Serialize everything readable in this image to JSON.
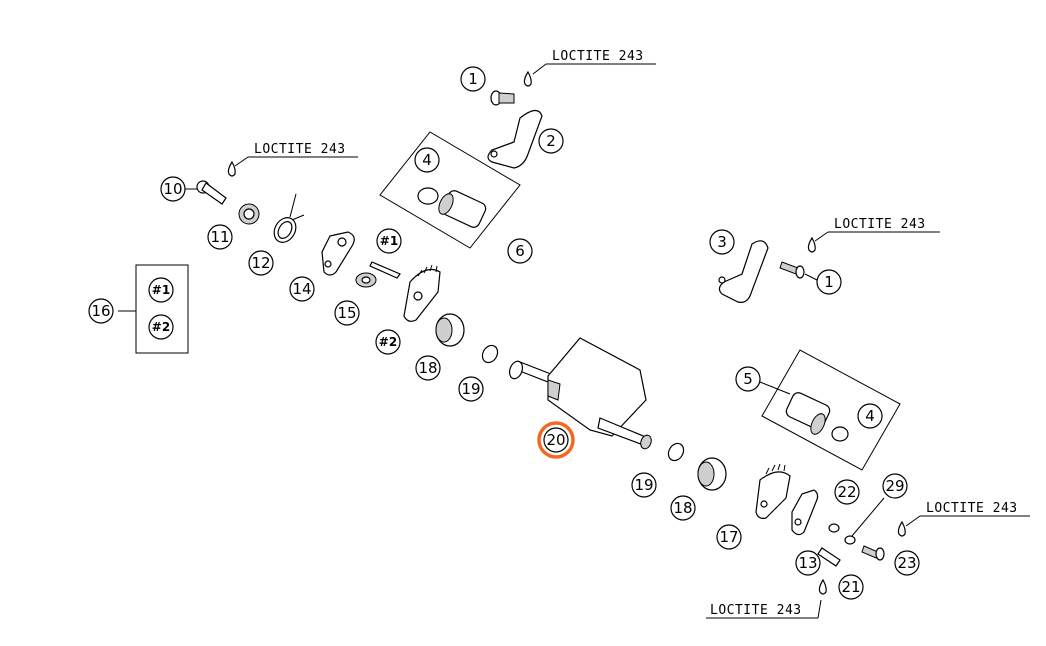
{
  "highlight_color": "#f26a21",
  "highlighted_callout": "20",
  "loctite_labels": [
    "LOCTITE 243",
    "LOCTITE 243",
    "LOCTITE 243",
    "LOCTITE 243",
    "LOCTITE 243"
  ],
  "callouts": {
    "c1_top": "1",
    "c2": "2",
    "c4_top": "4",
    "c6": "6",
    "c10": "10",
    "c11": "11",
    "c12": "12",
    "c14": "14",
    "c15": "15",
    "c16": "16",
    "c16_sub1": "#1",
    "c16_sub2": "#2",
    "c_hash1": "#1",
    "c_hash2": "#2",
    "c18_left": "18",
    "c19_left": "19",
    "c20": "20",
    "c3": "3",
    "c1_right": "1",
    "c5": "5",
    "c4_right": "4",
    "c19_right": "19",
    "c18_right": "18",
    "c17": "17",
    "c13": "13",
    "c22": "22",
    "c29": "29",
    "c23": "23",
    "c21": "21"
  }
}
